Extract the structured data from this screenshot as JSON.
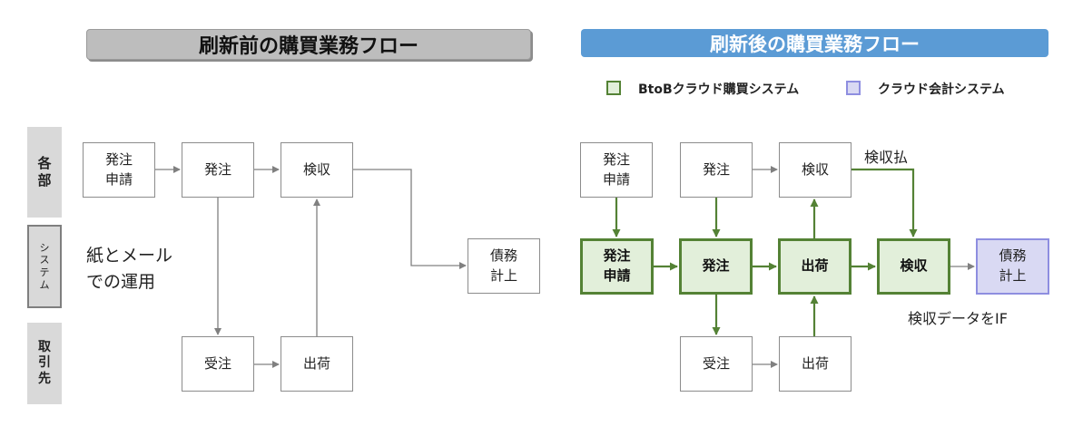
{
  "before": {
    "title": "刷新前の購買業務フロー",
    "lanes": {
      "dept": "各\n部",
      "system": "シ\nス\nテ\nム",
      "supplier": "取\n引\n先"
    },
    "note": "紙とメール\nでの運用",
    "boxes": {
      "request": "発注\n申請",
      "order": "発注",
      "inspection": "検収",
      "debt": "債務\n計上",
      "receive": "受注",
      "ship": "出荷"
    }
  },
  "after": {
    "title": "刷新後の購買業務フロー",
    "legend": {
      "btob": {
        "label": "BtoBクラウド購買システム",
        "color": "#e2efda",
        "border": "#548235"
      },
      "accounting": {
        "label": "クラウド会計システム",
        "color": "#d9d9f3",
        "border": "#8e8ee0"
      }
    },
    "top_boxes": {
      "request": "発注\n申請",
      "order": "発注",
      "inspection": "検収"
    },
    "system_boxes": {
      "request": "発注\n申請",
      "order": "発注",
      "ship": "出荷",
      "inspection": "検収",
      "debt": "債務\n計上"
    },
    "bottom_boxes": {
      "receive": "受注",
      "ship": "出荷"
    },
    "labels": {
      "inspection_payment": "検収払",
      "inspection_data_if": "検収データをIF"
    }
  }
}
